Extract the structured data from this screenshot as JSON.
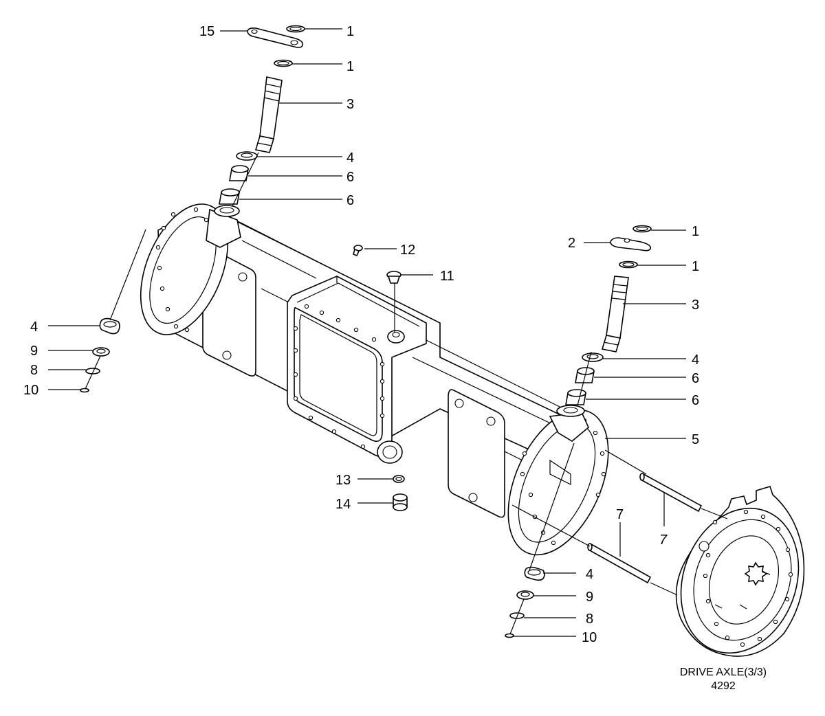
{
  "caption": {
    "title": "DRIVE AXLE(3/3)",
    "code": "4292"
  },
  "callouts": [
    {
      "id": "c15",
      "text": "15"
    },
    {
      "id": "c1a",
      "text": "1"
    },
    {
      "id": "c1b",
      "text": "1"
    },
    {
      "id": "c3a",
      "text": "3"
    },
    {
      "id": "c4a",
      "text": "4"
    },
    {
      "id": "c6a",
      "text": "6"
    },
    {
      "id": "c6b",
      "text": "6"
    },
    {
      "id": "c12",
      "text": "12"
    },
    {
      "id": "c11",
      "text": "11"
    },
    {
      "id": "c4l",
      "text": "4"
    },
    {
      "id": "c9l",
      "text": "9"
    },
    {
      "id": "c8l",
      "text": "8"
    },
    {
      "id": "c10l",
      "text": "10"
    },
    {
      "id": "c1c",
      "text": "1"
    },
    {
      "id": "c2",
      "text": "2"
    },
    {
      "id": "c1d",
      "text": "1"
    },
    {
      "id": "c3b",
      "text": "3"
    },
    {
      "id": "c4b",
      "text": "4"
    },
    {
      "id": "c6c",
      "text": "6"
    },
    {
      "id": "c6d",
      "text": "6"
    },
    {
      "id": "c5",
      "text": "5"
    },
    {
      "id": "c13",
      "text": "13"
    },
    {
      "id": "c14",
      "text": "14"
    },
    {
      "id": "c7a",
      "text": "7"
    },
    {
      "id": "c7b",
      "text": "7"
    },
    {
      "id": "c4r",
      "text": "4"
    },
    {
      "id": "c9r",
      "text": "9"
    },
    {
      "id": "c8r",
      "text": "8"
    },
    {
      "id": "c10r",
      "text": "10"
    }
  ]
}
